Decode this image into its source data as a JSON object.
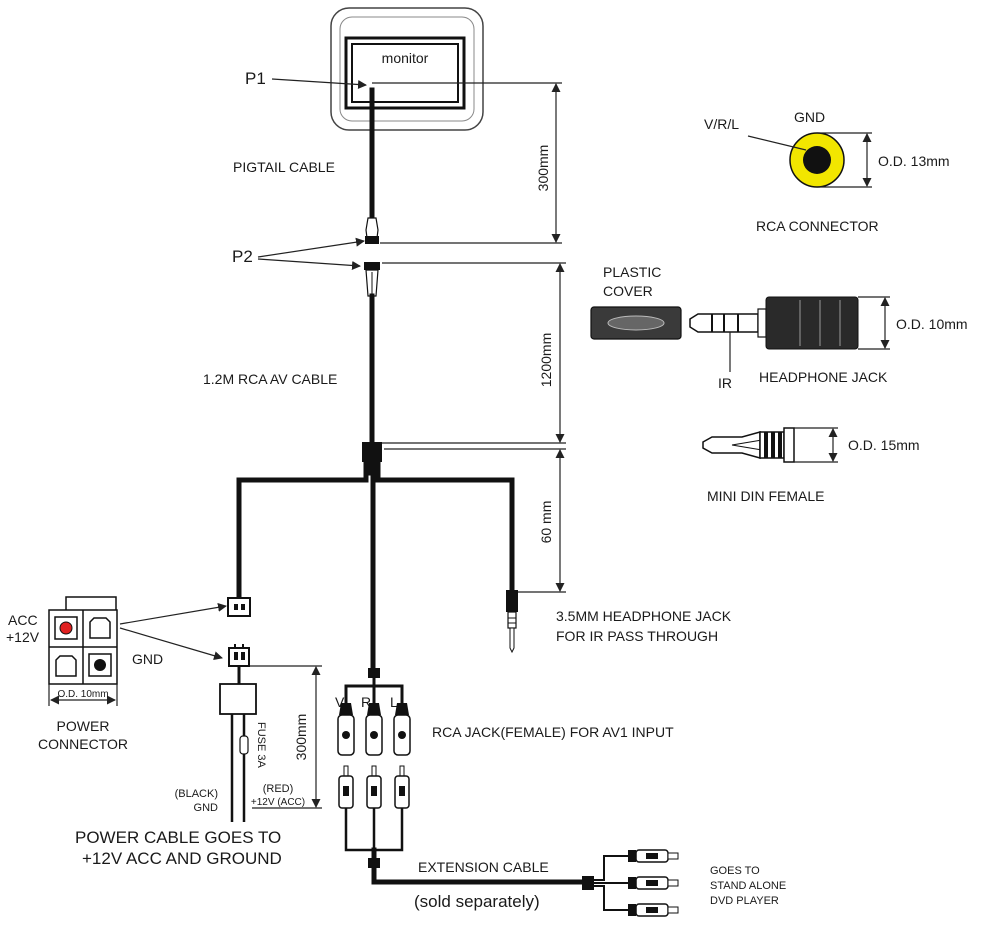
{
  "labels": {
    "monitor": "monitor",
    "p1": "P1",
    "p2": "P2",
    "pigtail_cable": "PIGTAIL CABLE",
    "dim_300mm_top": "300mm",
    "dim_1200mm": "1200mm",
    "dim_60mm": "60 mm",
    "dim_300mm_power": "300mm",
    "rca_av_cable": "1.2M RCA AV CABLE",
    "vrl": "V/R/L",
    "gnd_rca": "GND",
    "od_13mm": "O.D. 13mm",
    "rca_connector": "RCA CONNECTOR",
    "plastic_cover_1": "PLASTIC",
    "plastic_cover_2": "COVER",
    "od_10mm_jack": "O.D. 10mm",
    "ir": "IR",
    "headphone_jack": "HEADPHONE JACK",
    "od_15mm": "O.D. 15mm",
    "mini_din_female": "MINI DIN FEMALE",
    "acc": "ACC",
    "plus12v": "+12V",
    "gnd_power": "GND",
    "od_10mm_power": "O.D. 10mm",
    "power_connector_1": "POWER",
    "power_connector_2": "CONNECTOR",
    "headphone_ir_1": "3.5MM HEADPHONE JACK",
    "headphone_ir_2": "FOR IR PASS THROUGH",
    "v": "V",
    "r": "R",
    "l": "L",
    "rca_jack_female": "RCA JACK(FEMALE) FOR AV1 INPUT",
    "fuse": "FUSE 3A",
    "black_1": "(BLACK)",
    "black_2": "GND",
    "red_1": "(RED)",
    "red_2": "+12V (ACC)",
    "power_cable_1": "POWER CABLE GOES TO",
    "power_cable_2": "+12V ACC AND GROUND",
    "extension_cable": "EXTENSION CABLE",
    "sold_separately": "(sold separately)",
    "goes_to_1": "GOES TO",
    "goes_to_2": "STAND ALONE",
    "goes_to_3": "DVD PLAYER"
  },
  "colors": {
    "rca_ring": "#f2e600",
    "acc_pin": "#e02020",
    "cable": "#111111"
  }
}
